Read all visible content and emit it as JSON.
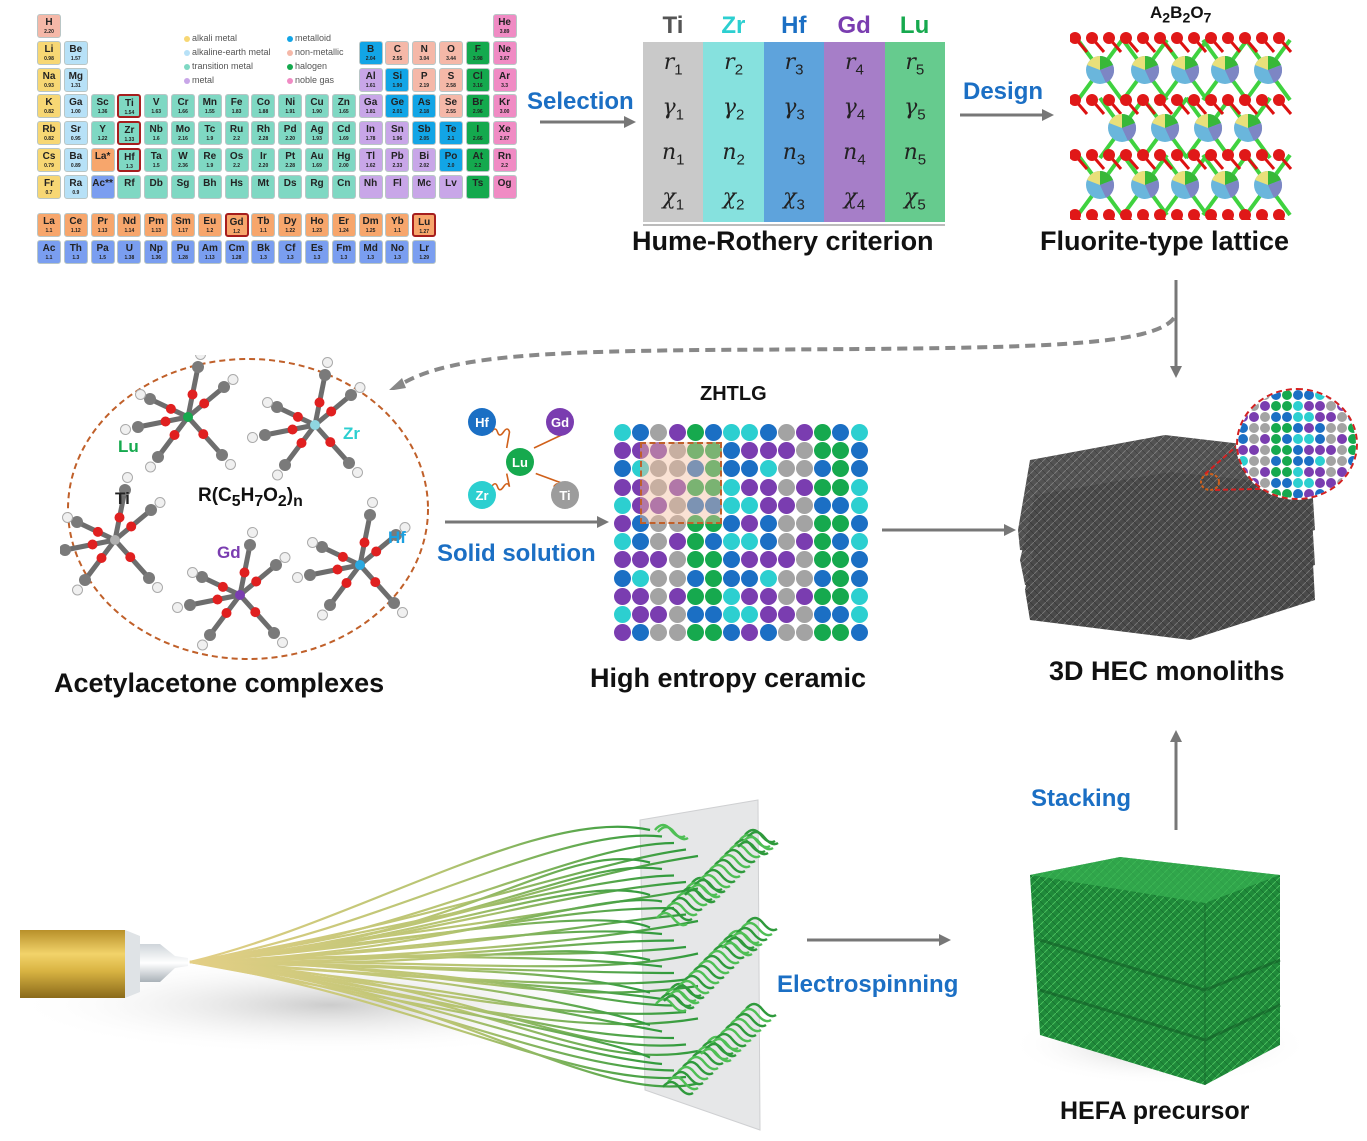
{
  "periodic_table": {
    "legend": [
      {
        "label": "alkali metal",
        "color": "#f7d774"
      },
      {
        "label": "alkaline-earth metal",
        "color": "#b7e1f7"
      },
      {
        "label": "transition metal",
        "color": "#7fd8c3"
      },
      {
        "label": "metal",
        "color": "#c8a6e8"
      },
      {
        "label": "metalloid",
        "color": "#12a5e6"
      },
      {
        "label": "non-metallic",
        "color": "#f5b8a8"
      },
      {
        "label": "halogen",
        "color": "#14a94e"
      },
      {
        "label": "noble gas",
        "color": "#f08bc4"
      }
    ],
    "main_rows": [
      [
        [
          "H",
          "2.20",
          "non",
          0
        ],
        null,
        null,
        null,
        null,
        null,
        null,
        null,
        null,
        null,
        null,
        null,
        null,
        null,
        null,
        null,
        null,
        [
          "He",
          "3.89",
          "noble",
          0
        ]
      ],
      [
        [
          "Li",
          "0.98",
          "alk",
          0
        ],
        [
          "Be",
          "1.57",
          "ae",
          0
        ],
        null,
        null,
        null,
        null,
        null,
        null,
        null,
        null,
        null,
        null,
        [
          "B",
          "2.04",
          "mtd",
          0
        ],
        [
          "C",
          "2.55",
          "non",
          0
        ],
        [
          "N",
          "3.04",
          "non",
          0
        ],
        [
          "O",
          "3.44",
          "non",
          0
        ],
        [
          "F",
          "3.98",
          "hal",
          0
        ],
        [
          "Ne",
          "3.67",
          "noble",
          0
        ]
      ],
      [
        [
          "Na",
          "0.93",
          "alk",
          0
        ],
        [
          "Mg",
          "1.31",
          "ae",
          0
        ],
        null,
        null,
        null,
        null,
        null,
        null,
        null,
        null,
        null,
        null,
        [
          "Al",
          "1.61",
          "met",
          0
        ],
        [
          "Si",
          "1.90",
          "mtd",
          0
        ],
        [
          "P",
          "2.19",
          "non",
          0
        ],
        [
          "S",
          "2.58",
          "non",
          0
        ],
        [
          "Cl",
          "3.16",
          "hal",
          0
        ],
        [
          "Ar",
          "3.3",
          "noble",
          0
        ]
      ],
      [
        [
          "K",
          "0.82",
          "alk",
          0
        ],
        [
          "Ga",
          "1.00",
          "ae",
          0
        ],
        [
          "Sc",
          "1.36",
          "tm",
          0
        ],
        [
          "Ti",
          "1.54",
          "tm",
          1
        ],
        [
          "V",
          "1.63",
          "tm",
          0
        ],
        [
          "Cr",
          "1.66",
          "tm",
          0
        ],
        [
          "Mn",
          "1.55",
          "tm",
          0
        ],
        [
          "Fe",
          "1.83",
          "tm",
          0
        ],
        [
          "Co",
          "1.88",
          "tm",
          0
        ],
        [
          "Ni",
          "1.91",
          "tm",
          0
        ],
        [
          "Cu",
          "1.90",
          "tm",
          0
        ],
        [
          "Zn",
          "1.65",
          "tm",
          0
        ],
        [
          "Ga",
          "1.81",
          "met",
          0
        ],
        [
          "Ge",
          "2.01",
          "mtd",
          0
        ],
        [
          "As",
          "2.18",
          "mtd",
          0
        ],
        [
          "Se",
          "2.55",
          "non",
          0
        ],
        [
          "Br",
          "2.96",
          "hal",
          0
        ],
        [
          "Kr",
          "3.00",
          "noble",
          0
        ]
      ],
      [
        [
          "Rb",
          "0.82",
          "alk",
          0
        ],
        [
          "Sr",
          "0.95",
          "ae",
          0
        ],
        [
          "Y",
          "1.22",
          "tm",
          0
        ],
        [
          "Zr",
          "1.33",
          "tm",
          1
        ],
        [
          "Nb",
          "1.6",
          "tm",
          0
        ],
        [
          "Mo",
          "2.16",
          "tm",
          0
        ],
        [
          "Tc",
          "1.9",
          "tm",
          0
        ],
        [
          "Ru",
          "2.2",
          "tm",
          0
        ],
        [
          "Rh",
          "2.28",
          "tm",
          0
        ],
        [
          "Pd",
          "2.20",
          "tm",
          0
        ],
        [
          "Ag",
          "1.93",
          "tm",
          0
        ],
        [
          "Cd",
          "1.69",
          "tm",
          0
        ],
        [
          "In",
          "1.78",
          "met",
          0
        ],
        [
          "Sn",
          "1.96",
          "met",
          0
        ],
        [
          "Sb",
          "2.05",
          "mtd",
          0
        ],
        [
          "Te",
          "2.1",
          "mtd",
          0
        ],
        [
          "I",
          "2.66",
          "hal",
          0
        ],
        [
          "Xe",
          "2.67",
          "noble",
          0
        ]
      ],
      [
        [
          "Cs",
          "0.79",
          "alk",
          0
        ],
        [
          "Ba",
          "0.89",
          "ae",
          0
        ],
        [
          "La*",
          "",
          "lan",
          0
        ],
        [
          "Hf",
          "1.3",
          "tm",
          1
        ],
        [
          "Ta",
          "1.5",
          "tm",
          0
        ],
        [
          "W",
          "2.36",
          "tm",
          0
        ],
        [
          "Re",
          "1.9",
          "tm",
          0
        ],
        [
          "Os",
          "2.2",
          "tm",
          0
        ],
        [
          "Ir",
          "2.20",
          "tm",
          0
        ],
        [
          "Pt",
          "2.28",
          "tm",
          0
        ],
        [
          "Au",
          "1.69",
          "tm",
          0
        ],
        [
          "Hg",
          "2.00",
          "tm",
          0
        ],
        [
          "Tl",
          "1.62",
          "met",
          0
        ],
        [
          "Pb",
          "2.33",
          "met",
          0
        ],
        [
          "Bi",
          "2.02",
          "met",
          0
        ],
        [
          "Po",
          "2.0",
          "mtd",
          0
        ],
        [
          "At",
          "2.2",
          "hal",
          0
        ],
        [
          "Rn",
          "2.2",
          "noble",
          0
        ]
      ],
      [
        [
          "Fr",
          "0.7",
          "alk",
          0
        ],
        [
          "Ra",
          "0.9",
          "ae",
          0
        ],
        [
          "Ac**",
          "",
          "act",
          0
        ],
        [
          "Rf",
          "",
          "tm",
          0
        ],
        [
          "Db",
          "",
          "tm",
          0
        ],
        [
          "Sg",
          "",
          "tm",
          0
        ],
        [
          "Bh",
          "",
          "tm",
          0
        ],
        [
          "Hs",
          "",
          "tm",
          0
        ],
        [
          "Mt",
          "",
          "tm",
          0
        ],
        [
          "Ds",
          "",
          "tm",
          0
        ],
        [
          "Rg",
          "",
          "tm",
          0
        ],
        [
          "Cn",
          "",
          "tm",
          0
        ],
        [
          "Nh",
          "",
          "met",
          0
        ],
        [
          "Fl",
          "",
          "met",
          0
        ],
        [
          "Mc",
          "",
          "met",
          0
        ],
        [
          "Lv",
          "",
          "met",
          0
        ],
        [
          "Ts",
          "",
          "hal",
          0
        ],
        [
          "Og",
          "",
          "noble",
          0
        ]
      ]
    ],
    "lanthanides": [
      [
        "La",
        "1.1",
        0
      ],
      [
        "Ce",
        "1.12",
        0
      ],
      [
        "Pr",
        "1.13",
        0
      ],
      [
        "Nd",
        "1.14",
        0
      ],
      [
        "Pm",
        "1.13",
        0
      ],
      [
        "Sm",
        "1.17",
        0
      ],
      [
        "Eu",
        "1.2",
        0
      ],
      [
        "Gd",
        "1.2",
        1
      ],
      [
        "Tb",
        "1.1",
        0
      ],
      [
        "Dy",
        "1.22",
        0
      ],
      [
        "Ho",
        "1.23",
        0
      ],
      [
        "Er",
        "1.24",
        0
      ],
      [
        "Dm",
        "1.25",
        0
      ],
      [
        "Yb",
        "1.1",
        0
      ],
      [
        "Lu",
        "1.27",
        1
      ]
    ],
    "actinides": [
      [
        "Ac",
        "1.1"
      ],
      [
        "Th",
        "1.3"
      ],
      [
        "Pa",
        "1.5"
      ],
      [
        "U",
        "1.38"
      ],
      [
        "Np",
        "1.36"
      ],
      [
        "Pu",
        "1.28"
      ],
      [
        "Am",
        "1.13"
      ],
      [
        "Cm",
        "1.28"
      ],
      [
        "Bk",
        "1.3"
      ],
      [
        "Cf",
        "1.3"
      ],
      [
        "Es",
        "1.3"
      ],
      [
        "Fm",
        "1.3"
      ],
      [
        "Md",
        "1.3"
      ],
      [
        "No",
        "1.3"
      ],
      [
        "Lr",
        "1.29"
      ]
    ],
    "category_colors": {
      "alk": "#f7d774",
      "ae": "#b7e1f7",
      "tm": "#7fd8c3",
      "met": "#c8a6e8",
      "mtd": "#12a5e6",
      "non": "#f5b8a8",
      "hal": "#14a94e",
      "noble": "#f08bc4",
      "lan": "#f7a66c",
      "act": "#7a9ef0"
    }
  },
  "arrows": {
    "selection": "Selection",
    "design": "Design",
    "solid_solution": "Solid solution",
    "electrospinning": "Electrospinning",
    "stacking": "Stacking"
  },
  "hume_rothery": {
    "caption": "Hume-Rothery criterion",
    "columns": [
      {
        "element": "Ti",
        "color": "#555555",
        "bg": "#c9c9c9",
        "index": "1"
      },
      {
        "element": "Zr",
        "color": "#2ccfd0",
        "bg": "#86e1de",
        "index": "2"
      },
      {
        "element": "Hf",
        "color": "#1b6fc4",
        "bg": "#5ea3dc",
        "index": "3"
      },
      {
        "element": "Gd",
        "color": "#7a3db0",
        "bg": "#a67ec8",
        "index": "4"
      },
      {
        "element": "Lu",
        "color": "#16a94e",
        "bg": "#66cb8e",
        "index": "5"
      }
    ],
    "symbols": [
      "r",
      "γ",
      "n",
      "χ"
    ]
  },
  "lattice": {
    "formula_html": "A<sub>2</sub>B<sub>2</sub>O<sub>7</sub>",
    "caption": "Fluorite-type lattice"
  },
  "complexes": {
    "formula_html": "R(C<sub>5</sub>H<sub>7</sub>O<sub>2</sub>)<sub>n</sub>",
    "caption": "Acetylacetone complexes",
    "labels": [
      {
        "text": "Lu",
        "color": "#16a94e"
      },
      {
        "text": "Zr",
        "color": "#2ccfd0"
      },
      {
        "text": "Ti",
        "color": "#222222"
      },
      {
        "text": "Gd",
        "color": "#7a3db0"
      },
      {
        "text": "Hf",
        "color": "#1ba0e0"
      }
    ]
  },
  "solid_solution_diagram": {
    "center": {
      "text": "Lu",
      "color": "#16a94e"
    },
    "satellites": [
      {
        "text": "Hf",
        "color": "#1b6fc4"
      },
      {
        "text": "Gd",
        "color": "#7a3db0"
      },
      {
        "text": "Zr",
        "color": "#2ccfd0"
      },
      {
        "text": "Ti",
        "color": "#9c9c9c"
      }
    ]
  },
  "hec": {
    "title": "ZHTLG",
    "caption": "High entropy ceramic",
    "color_key": {
      "C": "#2ccfd0",
      "B": "#1b6fc4",
      "G": "#a3a3a3",
      "P": "#7a3db0",
      "L": "#16a94e"
    },
    "grid": [
      "CBGPLBCCBGPLBC",
      "PPPGLLBPPPGLLB",
      "BCGGBLBBCGGBLB",
      "PPGPLLCPPGPLLC",
      "CPPGBBCCPPGBBC",
      "PBGGLLBPBGGLLB",
      "CBGPLBCCBGPLBC",
      "PPPGLLBPPPGLLB",
      "BCGGBLBBCGGBLB",
      "PPGPLLCPPGPLLC",
      "CPPGBBCCPPGBBC",
      "PBGGLLBPBGGLLB"
    ]
  },
  "monolith": {
    "caption": "3D HEC monoliths"
  },
  "precursor": {
    "caption": "HEFA precursor"
  }
}
